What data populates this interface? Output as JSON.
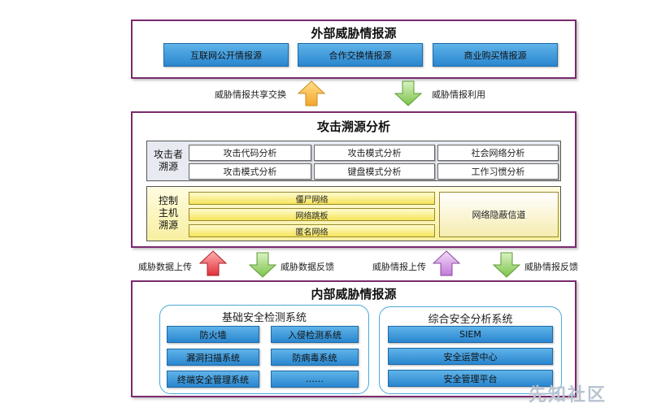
{
  "external": {
    "title": "外部威胁情报源",
    "sources": [
      "互联网公开情报源",
      "合作交换情报源",
      "商业购买情报源"
    ]
  },
  "middle_arrows": {
    "share": "威胁情报共享交换",
    "use": "威胁情报利用"
  },
  "trace": {
    "title": "攻击溯源分析",
    "attacker_label": "攻击者\n溯源",
    "attacker_rows": [
      [
        "攻击代码分析",
        "攻击模式分析",
        "社会网络分析"
      ],
      [
        "攻击模式分析",
        "键盘模式分析",
        "工作习惯分析"
      ]
    ],
    "control_label": "控制\n主机\n溯源",
    "control_items": [
      "僵尸网络",
      "网络跳板",
      "匿名网络"
    ],
    "covert": "网络隐蔽信道"
  },
  "lower_arrows": [
    "威胁数据上传",
    "威胁数据反馈",
    "威胁情报上传",
    "威胁情报反馈"
  ],
  "internal": {
    "title": "内部威胁情报源",
    "basic": {
      "title": "基础安全检测系统",
      "items": [
        "防火墙",
        "入侵检测系统",
        "漏洞扫描系统",
        "防病毒系统",
        "终端安全管理系统",
        "……"
      ]
    },
    "integrated": {
      "title": "综合安全分析系统",
      "items": [
        "SIEM",
        "安全运营中心",
        "安全管理平台"
      ]
    }
  },
  "watermark": "先知社区",
  "colors": {
    "frame": "#7a2a6e",
    "blue": "#2a86cf",
    "yellow": "#f6e45a",
    "arrow_up_orange": "#f5b83a",
    "arrow_down_green": "#8ccf5a",
    "arrow_up_red": "#e5484d",
    "arrow_up_purple": "#c890e0"
  }
}
